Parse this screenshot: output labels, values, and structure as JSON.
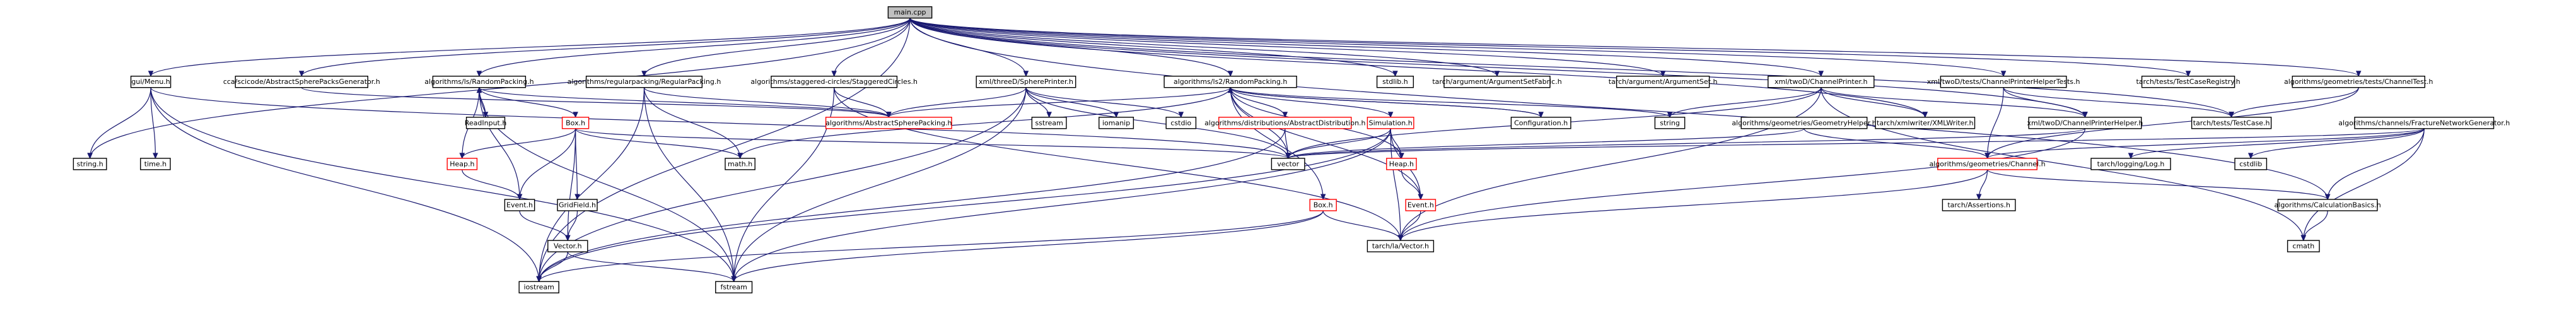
{
  "graph": {
    "title": "main.cpp",
    "colors": {
      "edge": "#191970",
      "node_border": "#000000",
      "missing_file_border": "#ff0000",
      "root_fill": "#bfbfbf"
    },
    "nodes": [
      {
        "id": "main",
        "label": "main.cpp",
        "style": "root"
      },
      {
        "id": "ccaAbs",
        "label": "cca/scicode/AbstractSpherePacksGenerator.h",
        "style": "normal"
      },
      {
        "id": "lsRand",
        "label": "algorithms/ls/RandomPacking.h",
        "style": "normal"
      },
      {
        "id": "regPack",
        "label": "algorithms/regularpacking/RegularPacking.h",
        "style": "normal"
      },
      {
        "id": "stagCirc",
        "label": "algorithms/staggered-circles/StaggeredCircles.h",
        "style": "normal"
      },
      {
        "id": "threeD",
        "label": "xml/threeD/SpherePrinter.h",
        "style": "normal"
      },
      {
        "id": "ls2Rand",
        "label": "algorithms/ls2/RandomPacking.h",
        "style": "normal"
      },
      {
        "id": "stdlib",
        "label": "stdlib.h",
        "style": "normal"
      },
      {
        "id": "argFabric",
        "label": "tarch/argument/ArgumentSetFabric.h",
        "style": "normal"
      },
      {
        "id": "argSet",
        "label": "tarch/argument/ArgumentSet.h",
        "style": "normal"
      },
      {
        "id": "twoDChanP",
        "label": "xml/twoD/ChannelPrinter.h",
        "style": "normal"
      },
      {
        "id": "twoDTests",
        "label": "xml/twoD/tests/ChannelPrinterHelperTests.h",
        "style": "normal"
      },
      {
        "id": "testReg",
        "label": "tarch/tests/TestCaseRegistry.h",
        "style": "normal"
      },
      {
        "id": "chanTest",
        "label": "algorithms/geometries/tests/ChannelTest.h",
        "style": "normal"
      },
      {
        "id": "guiMenu",
        "label": "gui/Menu.h",
        "style": "normal"
      },
      {
        "id": "readInput",
        "label": "ReadInput.h",
        "style": "normal"
      },
      {
        "id": "boxA",
        "label": "Box.h",
        "style": "red"
      },
      {
        "id": "absSphere",
        "label": "algorithms/AbstractSpherePacking.h",
        "style": "red"
      },
      {
        "id": "sstream",
        "label": "sstream",
        "style": "normal"
      },
      {
        "id": "iomanip",
        "label": "iomanip",
        "style": "normal"
      },
      {
        "id": "cstdio",
        "label": "cstdio",
        "style": "normal"
      },
      {
        "id": "absDist",
        "label": "algorithms/distributions/AbstractDistribution.h",
        "style": "red"
      },
      {
        "id": "simulation",
        "label": "Simulation.h",
        "style": "red"
      },
      {
        "id": "config",
        "label": "Configuration.h",
        "style": "normal"
      },
      {
        "id": "string",
        "label": "string",
        "style": "normal"
      },
      {
        "id": "geoHelper",
        "label": "algorithms/geometries/GeometryHelper.h",
        "style": "normal"
      },
      {
        "id": "xmlWriter",
        "label": "tarch/xmlwriter/XMLWriter.h",
        "style": "normal"
      },
      {
        "id": "chanPHelper",
        "label": "xml/twoD/ChannelPrinterHelper.h",
        "style": "normal"
      },
      {
        "id": "testCase",
        "label": "tarch/tests/TestCase.h",
        "style": "normal"
      },
      {
        "id": "fracGen",
        "label": "algorithms/channels/FractureNetworkGenerator.h",
        "style": "normal"
      },
      {
        "id": "stringh",
        "label": "string.h",
        "style": "normal"
      },
      {
        "id": "timeh",
        "label": "time.h",
        "style": "normal"
      },
      {
        "id": "heapA",
        "label": "Heap.h",
        "style": "red"
      },
      {
        "id": "mathh",
        "label": "math.h",
        "style": "normal"
      },
      {
        "id": "vector",
        "label": "vector",
        "style": "normal"
      },
      {
        "id": "heapB",
        "label": "Heap.h",
        "style": "red"
      },
      {
        "id": "channel",
        "label": "algorithms/geometries/Channel.h",
        "style": "red"
      },
      {
        "id": "logLog",
        "label": "tarch/logging/Log.h",
        "style": "normal"
      },
      {
        "id": "cstdlib",
        "label": "cstdlib",
        "style": "normal"
      },
      {
        "id": "eventA",
        "label": "Event.h",
        "style": "normal"
      },
      {
        "id": "gridField",
        "label": "GridField.h",
        "style": "normal"
      },
      {
        "id": "boxB",
        "label": "Box.h",
        "style": "red"
      },
      {
        "id": "eventB",
        "label": "Event.h",
        "style": "red"
      },
      {
        "id": "assertions",
        "label": "tarch/Assertions.h",
        "style": "normal"
      },
      {
        "id": "calcBasics",
        "label": "algorithms/CalculationBasics.h",
        "style": "normal"
      },
      {
        "id": "vectorh",
        "label": "Vector.h",
        "style": "normal"
      },
      {
        "id": "laVector",
        "label": "tarch/la/Vector.h",
        "style": "normal"
      },
      {
        "id": "cmath",
        "label": "cmath",
        "style": "normal"
      },
      {
        "id": "iostream",
        "label": "iostream",
        "style": "normal"
      },
      {
        "id": "fstream",
        "label": "fstream",
        "style": "normal"
      }
    ],
    "edges": [
      [
        "main",
        "ccaAbs"
      ],
      [
        "main",
        "lsRand"
      ],
      [
        "main",
        "regPack"
      ],
      [
        "main",
        "stagCirc"
      ],
      [
        "main",
        "threeD"
      ],
      [
        "main",
        "ls2Rand"
      ],
      [
        "main",
        "stdlib"
      ],
      [
        "main",
        "argFabric"
      ],
      [
        "main",
        "argSet"
      ],
      [
        "main",
        "twoDChanP"
      ],
      [
        "main",
        "twoDTests"
      ],
      [
        "main",
        "testReg"
      ],
      [
        "main",
        "chanTest"
      ],
      [
        "main",
        "guiMenu"
      ],
      [
        "main",
        "stringh"
      ],
      [
        "main",
        "iostream"
      ],
      [
        "main",
        "xmlWriter"
      ],
      [
        "main",
        "chanPHelper"
      ],
      [
        "main",
        "calcBasics"
      ],
      [
        "main",
        "testCase"
      ],
      [
        "lsRand",
        "readInput"
      ],
      [
        "lsRand",
        "boxA"
      ],
      [
        "lsRand",
        "absSphere"
      ],
      [
        "lsRand",
        "heapA"
      ],
      [
        "lsRand",
        "eventA"
      ],
      [
        "readInput",
        "lsRand"
      ],
      [
        "boxA",
        "heapA"
      ],
      [
        "boxA",
        "mathh"
      ],
      [
        "boxA",
        "vector"
      ],
      [
        "boxA",
        "gridField"
      ],
      [
        "boxA",
        "eventA"
      ],
      [
        "boxA",
        "vectorh"
      ],
      [
        "heapA",
        "eventA"
      ],
      [
        "eventA",
        "vectorh"
      ],
      [
        "gridField",
        "vectorh"
      ],
      [
        "vectorh",
        "iostream"
      ],
      [
        "vectorh",
        "fstream"
      ],
      [
        "regPack",
        "absSphere"
      ],
      [
        "regPack",
        "mathh"
      ],
      [
        "regPack",
        "iostream"
      ],
      [
        "regPack",
        "fstream"
      ],
      [
        "stagCirc",
        "absSphere"
      ],
      [
        "stagCirc",
        "fstream"
      ],
      [
        "stagCirc",
        "laVector"
      ],
      [
        "threeD",
        "absSphere"
      ],
      [
        "threeD",
        "sstream"
      ],
      [
        "threeD",
        "iomanip"
      ],
      [
        "threeD",
        "cstdio"
      ],
      [
        "threeD",
        "vector"
      ],
      [
        "threeD",
        "fstream"
      ],
      [
        "threeD",
        "iostream"
      ],
      [
        "ls2Rand",
        "absDist"
      ],
      [
        "ls2Rand",
        "simulation"
      ],
      [
        "ls2Rand",
        "config"
      ],
      [
        "ls2Rand",
        "string"
      ],
      [
        "ls2Rand",
        "absSphere"
      ],
      [
        "ls2Rand",
        "vector"
      ],
      [
        "ls2Rand",
        "boxB"
      ],
      [
        "ls2Rand",
        "heapB"
      ],
      [
        "ls2Rand",
        "eventB"
      ],
      [
        "ls2Rand",
        "mathh"
      ],
      [
        "config",
        "ls2Rand"
      ],
      [
        "absDist",
        "vector"
      ],
      [
        "absDist",
        "iostream"
      ],
      [
        "simulation",
        "heapB"
      ],
      [
        "simulation",
        "eventB"
      ],
      [
        "simulation",
        "vector"
      ],
      [
        "simulation",
        "laVector"
      ],
      [
        "simulation",
        "iostream"
      ],
      [
        "simulation",
        "fstream"
      ],
      [
        "heapB",
        "eventB"
      ],
      [
        "eventB",
        "laVector"
      ],
      [
        "boxB",
        "laVector"
      ],
      [
        "boxB",
        "iostream"
      ],
      [
        "boxB",
        "fstream"
      ],
      [
        "geoHelper",
        "vector"
      ],
      [
        "geoHelper",
        "channel"
      ],
      [
        "twoDChanP",
        "string"
      ],
      [
        "twoDChanP",
        "vector"
      ],
      [
        "twoDChanP",
        "xmlWriter"
      ],
      [
        "twoDChanP",
        "chanPHelper"
      ],
      [
        "twoDChanP",
        "laVector"
      ],
      [
        "twoDChanP",
        "cmath"
      ],
      [
        "chanPHelper",
        "vector"
      ],
      [
        "chanPHelper",
        "laVector"
      ],
      [
        "twoDTests",
        "chanPHelper"
      ],
      [
        "twoDTests",
        "testCase"
      ],
      [
        "twoDTests",
        "channel"
      ],
      [
        "chanTest",
        "testCase"
      ],
      [
        "chanTest",
        "channel"
      ],
      [
        "fracGen",
        "vector"
      ],
      [
        "fracGen",
        "channel"
      ],
      [
        "fracGen",
        "logLog"
      ],
      [
        "fracGen",
        "cstdlib"
      ],
      [
        "fracGen",
        "cmath"
      ],
      [
        "fracGen",
        "calcBasics"
      ],
      [
        "channel",
        "assertions"
      ],
      [
        "channel",
        "calcBasics"
      ],
      [
        "channel",
        "laVector"
      ],
      [
        "calcBasics",
        "cmath"
      ],
      [
        "guiMenu",
        "stringh"
      ],
      [
        "guiMenu",
        "timeh"
      ],
      [
        "guiMenu",
        "vector"
      ],
      [
        "guiMenu",
        "iostream"
      ],
      [
        "guiMenu",
        "fstream"
      ],
      [
        "lsRand",
        "fstream"
      ],
      [
        "ccaAbs",
        "absSphere"
      ]
    ]
  }
}
